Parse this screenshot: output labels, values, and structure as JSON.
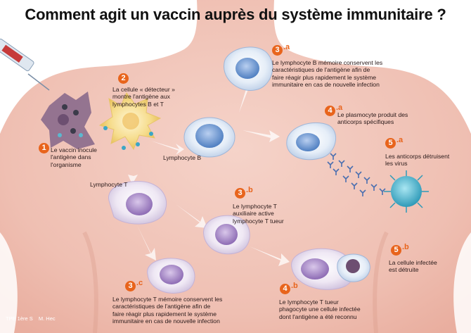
{
  "title": "Comment agit un vaccin auprès du système immunitaire ?",
  "steps": {
    "s1": {
      "number": "1",
      "suffix": "",
      "text": [
        "Le vaccin inocule",
        "l'antigène dans",
        "l'organisme"
      ]
    },
    "s2": {
      "number": "2",
      "suffix": "",
      "text": [
        "La cellule « détecteur »",
        "montre l'antigène aux",
        "lymphocytes B et T"
      ]
    },
    "s3a": {
      "number": "3",
      "suffix": ".a",
      "text": [
        "Le lymphocyte B mémoire conservent les",
        "caractéristiques de l'antigène afin de",
        "faire réagir plus rapidement le système",
        "immunitaire en cas de nouvelle infection"
      ]
    },
    "s3b": {
      "number": "3",
      "suffix": ".b",
      "text": [
        "Le lymphocyte T",
        "auxiliaire active",
        "lymphocyte T tueur"
      ]
    },
    "s3c": {
      "number": "3",
      "suffix": ".c",
      "text": [
        "Le lymphocyte T mémoire conservent les",
        "caractéristiques de l'antigène afin de",
        "faire réagir plus rapidement le système",
        "immunitaire en cas de nouvelle infection"
      ]
    },
    "s4a": {
      "number": "4",
      "suffix": ".a",
      "text": [
        "Le plasmocyte produit des",
        "anticorps spécifiques"
      ]
    },
    "s4b": {
      "number": "4",
      "suffix": ".b",
      "text": [
        "Le lymphocyte T tueur",
        "phagocyte une cellule infectée",
        "dont l'antigène a été reconnu"
      ]
    },
    "s5a": {
      "number": "5",
      "suffix": ".a",
      "text": [
        "Les anticorps détruisent",
        "les virus"
      ]
    },
    "s5b": {
      "number": "5",
      "suffix": ".b",
      "text": [
        "La cellule infectée",
        "est détruite"
      ]
    }
  },
  "cells": {
    "lymphocyte_b": "Lymphocyte B",
    "lymphocyte_t": "Lymphocyte T"
  },
  "footer": {
    "left": "TPE 1ère S",
    "right": "M. Hec"
  },
  "colors": {
    "accent": "#e8641c",
    "body": "#f2c4b9",
    "background": "#ffffff"
  }
}
